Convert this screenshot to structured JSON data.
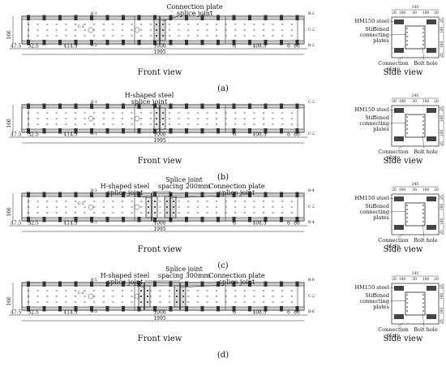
{
  "common": {
    "front_view": "Front view",
    "side_view": "Side view",
    "dim_left_end": "47.5",
    "dim_left_bolt": "32.5",
    "dim_left_span": "414.5",
    "dim_mid_span": "1000",
    "dim_total": "1995",
    "dim_right_span": "408.5",
    "dim_gap": "6",
    "dim_right_end": "80",
    "dim_height": "166",
    "side_width": "245",
    "side_top_dims": [
      "20",
      "100",
      "30",
      "100",
      "20"
    ],
    "side_right_dims": [
      "25",
      "100",
      "100",
      "25"
    ],
    "hm150": "HM150 steel",
    "stiffened": "Stiffened connecting plates",
    "connection_plate": "Connection plate",
    "bolt_hole": "Bolt hole"
  },
  "panels": [
    {
      "letter": "(a)",
      "callouts": [
        "Connection plate",
        "splice joint"
      ],
      "section_marks": [
        "B-2",
        "B-2",
        "B-2",
        "B-2",
        "C-2",
        "C-2"
      ]
    },
    {
      "letter": "(b)",
      "callouts": [
        "H-shaped steel",
        "splice joint"
      ],
      "section_marks": [
        "B-1",
        "B-1",
        "C-2",
        "C-2"
      ]
    },
    {
      "letter": "(c)",
      "callouts": [
        "H-shaped steel",
        "splice joint",
        "Splice joint",
        "spacing 200mm",
        "Connection plate",
        "splice joint"
      ],
      "section_marks": [
        "B-3",
        "B-3",
        "B-4",
        "B-4",
        "C-2",
        "C-2"
      ]
    },
    {
      "letter": "(d)",
      "callouts": [
        "H-shaped steel",
        "splice joint",
        "Splice joint",
        "spacing 300mm",
        "Connection plate",
        "splice joint"
      ],
      "section_marks": [
        "B-5",
        "B-5",
        "B-6",
        "B-6",
        "C-2",
        "C-2"
      ]
    }
  ]
}
